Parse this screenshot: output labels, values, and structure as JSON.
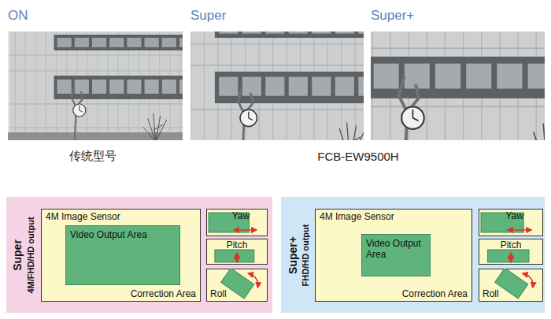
{
  "diagram": {
    "nodes": [
      {
        "text": [
          "ON"
        ]
      },
      {
        "text": [
          "Super"
        ]
      },
      {
        "text": [
          "Super+"
        ]
      },
      {
        "text": [
          "Super",
          "4M/FHD/HD output"
        ]
      },
      {
        "text": [
          "4M Image Sensor",
          "Correction Area"
        ],
        "in": 3
      },
      {
        "text": [
          "Video Output Area"
        ],
        "in": 4
      },
      {
        "text": [
          "Yaw"
        ],
        "in": 3
      },
      {
        "text": [
          "Pitch"
        ],
        "in": 3
      },
      {
        "text": [
          "Roll"
        ],
        "in": 3
      },
      {
        "text": [
          "Super+",
          "FHD/HD output"
        ]
      },
      {
        "text": [
          "4M Image Sensor",
          "Correction Area"
        ],
        "in": 9
      },
      {
        "text": [
          "Video Output Area"
        ],
        "in": 10
      },
      {
        "text": [
          "Yaw"
        ],
        "in": 9
      },
      {
        "text": [
          "Pitch"
        ],
        "in": 9
      },
      {
        "text": [
          "Roll"
        ],
        "in": 9
      }
    ],
    "labels": [
      "传统型号",
      "FCB-EW9500H"
    ]
  }
}
